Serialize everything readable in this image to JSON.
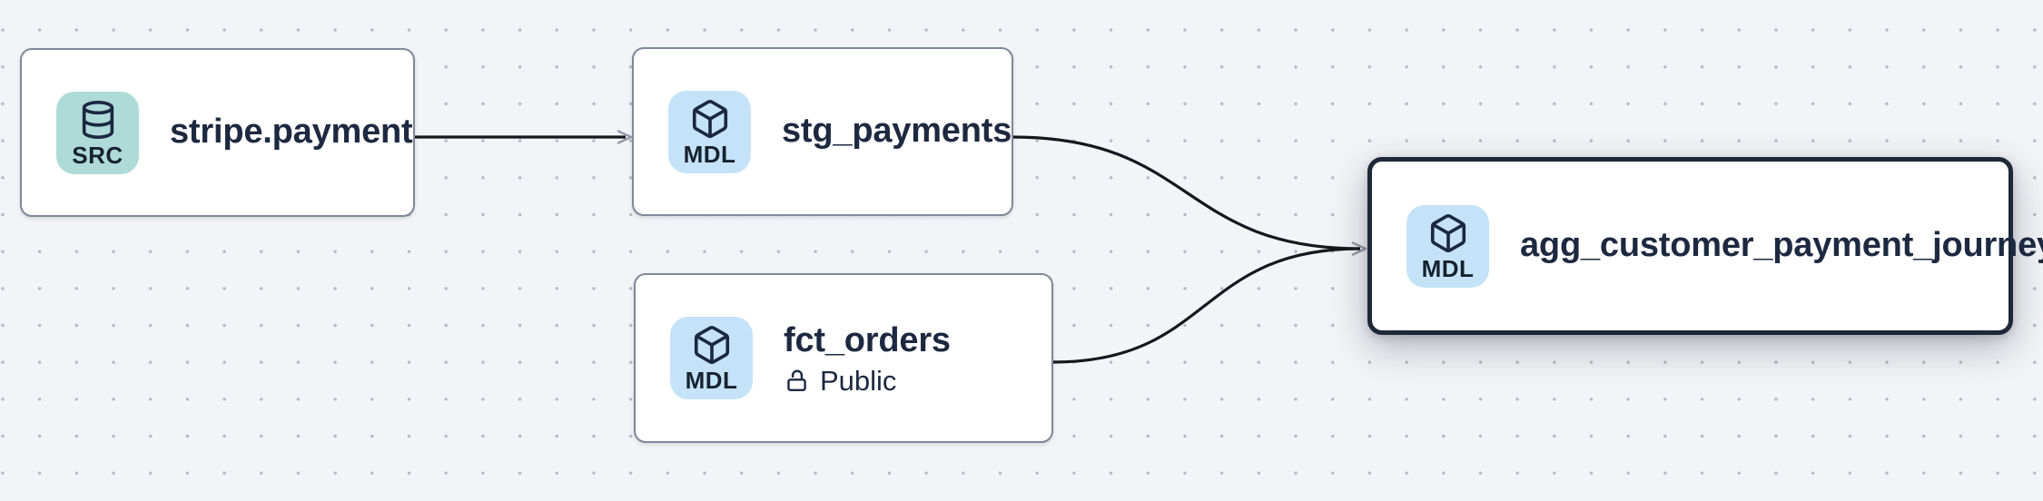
{
  "diagram": {
    "type": "data-lineage-graph",
    "background_color": "#f3f4f7",
    "dot_grid_color": "#b4b9c2",
    "edge_color": "#14171d",
    "arrowhead_color": "#949ca9",
    "text_color": "#1c2940",
    "node_border_color": "#7f8898",
    "selected_node_border_color": "#1d2838",
    "src_badge_color": "#aedbd8",
    "mdl_badge_color": "#c5e3f8",
    "nodes": [
      {
        "id": "stripe.payment",
        "title": "stripe.payment",
        "type": "source",
        "badge": {
          "label": "SRC",
          "icon": "database-icon"
        },
        "selected": false
      },
      {
        "id": "stg_payments",
        "title": "stg_payments",
        "type": "model",
        "badge": {
          "label": "MDL",
          "icon": "cube-icon"
        },
        "selected": false
      },
      {
        "id": "fct_orders",
        "title": "fct_orders",
        "type": "model",
        "badge": {
          "label": "MDL",
          "icon": "cube-icon"
        },
        "access": {
          "label": "Public",
          "icon": "lock-open-icon"
        },
        "selected": false
      },
      {
        "id": "agg_customer_payment_journey",
        "title": "agg_customer_payment_journey",
        "type": "model",
        "badge": {
          "label": "MDL",
          "icon": "cube-icon"
        },
        "selected": true
      }
    ],
    "edges": [
      {
        "from": "stripe.payment",
        "to": "stg_payments"
      },
      {
        "from": "stg_payments",
        "to": "agg_customer_payment_journey"
      },
      {
        "from": "fct_orders",
        "to": "agg_customer_payment_journey"
      }
    ]
  }
}
